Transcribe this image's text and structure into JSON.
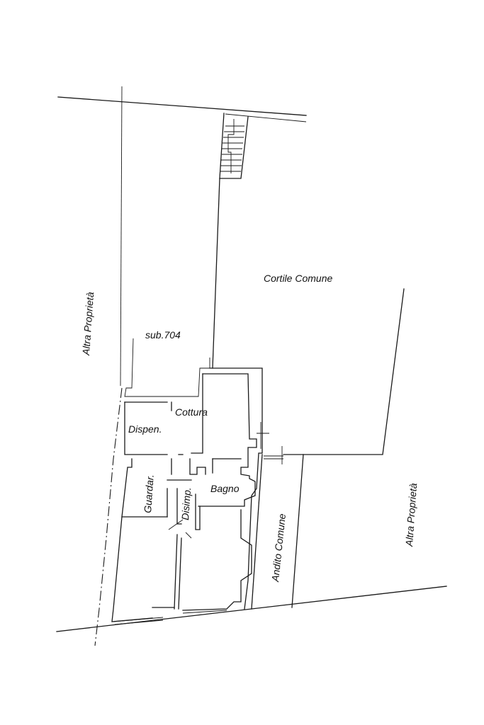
{
  "labels": {
    "cortile": "Cortile Comune",
    "sub": "sub.704",
    "cottura": "Cottura",
    "dispen": "Dispen.",
    "guardar": "Guardar.",
    "disimp": "Disimp.",
    "bagno": "Bagno",
    "andito": "Andito Comune",
    "altra_left": "Altra  Proprietà",
    "altra_right": "Altra  Proprietà"
  },
  "colors": {
    "line": "#1a1a1a",
    "background": "#ffffff"
  }
}
